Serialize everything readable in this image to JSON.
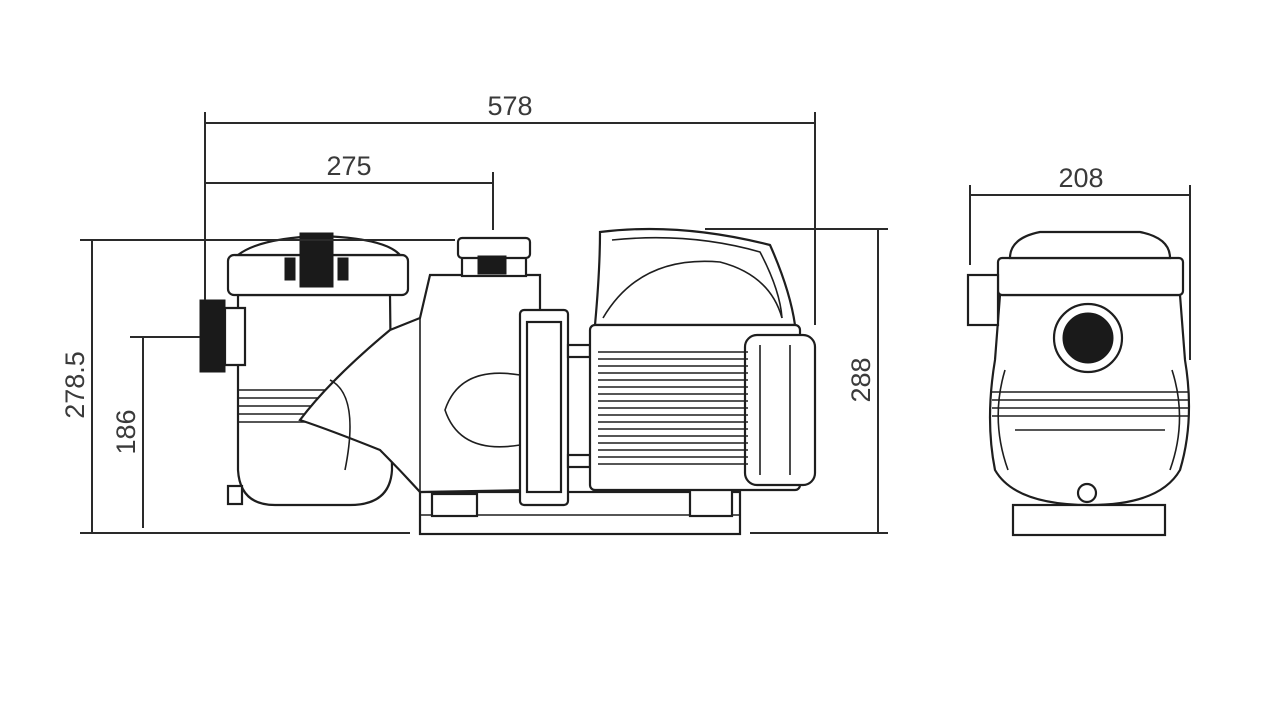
{
  "title": "Pool pump dimension drawing",
  "dimensions": {
    "overall_length": "578",
    "inlet_center_distance": "275",
    "overall_height_strainer": "278.5",
    "outlet_center_height": "186",
    "overall_height_motor": "288",
    "overall_width": "208"
  },
  "colors": {
    "line": "#1e1e1e",
    "text": "#3a3a3a",
    "background": "#ffffff"
  }
}
